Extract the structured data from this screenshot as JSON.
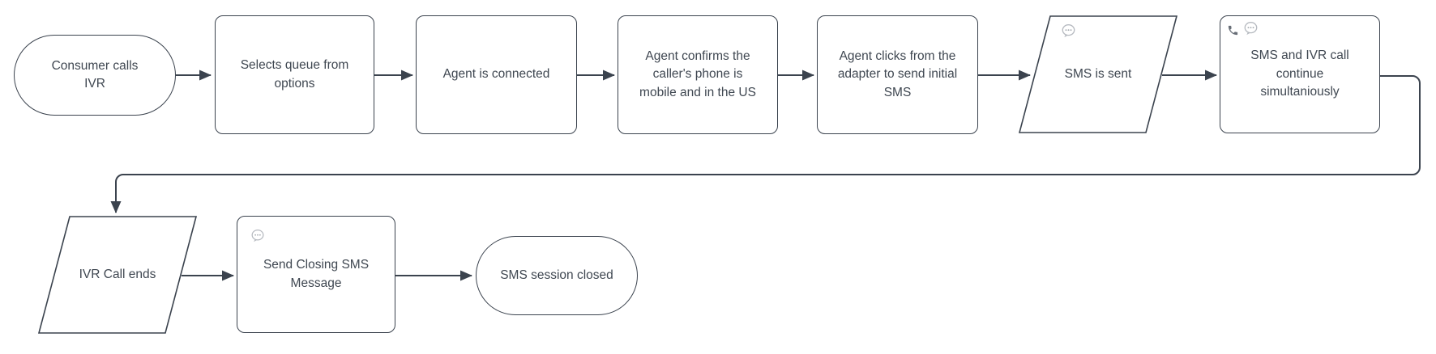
{
  "diagram": {
    "type": "flowchart",
    "background": "#ffffff",
    "stroke_color": "#3b434e",
    "text_color": "#3f4751",
    "bubble_icon_color": "#b6bac0",
    "phone_icon_color": "#686e77",
    "nodes": [
      {
        "label": "Consumer calls IVR",
        "shape": "terminator"
      },
      {
        "label": "Selects queue from options",
        "shape": "process"
      },
      {
        "label": "Agent is connected",
        "shape": "process"
      },
      {
        "label": "Agent confirms the caller's phone is mobile and in the US",
        "shape": "process"
      },
      {
        "label": "Agent clicks from the adapter to send initial SMS",
        "shape": "process"
      },
      {
        "label": "SMS is sent",
        "shape": "parallelogram",
        "icons": [
          "sms-bubble"
        ]
      },
      {
        "label": "SMS and IVR call continue simultaniously",
        "shape": "process",
        "icons": [
          "phone",
          "sms-bubble"
        ]
      },
      {
        "label": "IVR Call ends",
        "shape": "parallelogram"
      },
      {
        "label": "Send Closing SMS Message",
        "shape": "process",
        "icons": [
          "sms-bubble"
        ]
      },
      {
        "label": "SMS session closed",
        "shape": "terminator"
      }
    ],
    "edges": [
      {
        "from": 0,
        "to": 1
      },
      {
        "from": 1,
        "to": 2
      },
      {
        "from": 2,
        "to": 3
      },
      {
        "from": 3,
        "to": 4
      },
      {
        "from": 4,
        "to": 5
      },
      {
        "from": 5,
        "to": 6
      },
      {
        "from": 6,
        "to": 7
      },
      {
        "from": 7,
        "to": 8
      },
      {
        "from": 8,
        "to": 9
      }
    ]
  }
}
